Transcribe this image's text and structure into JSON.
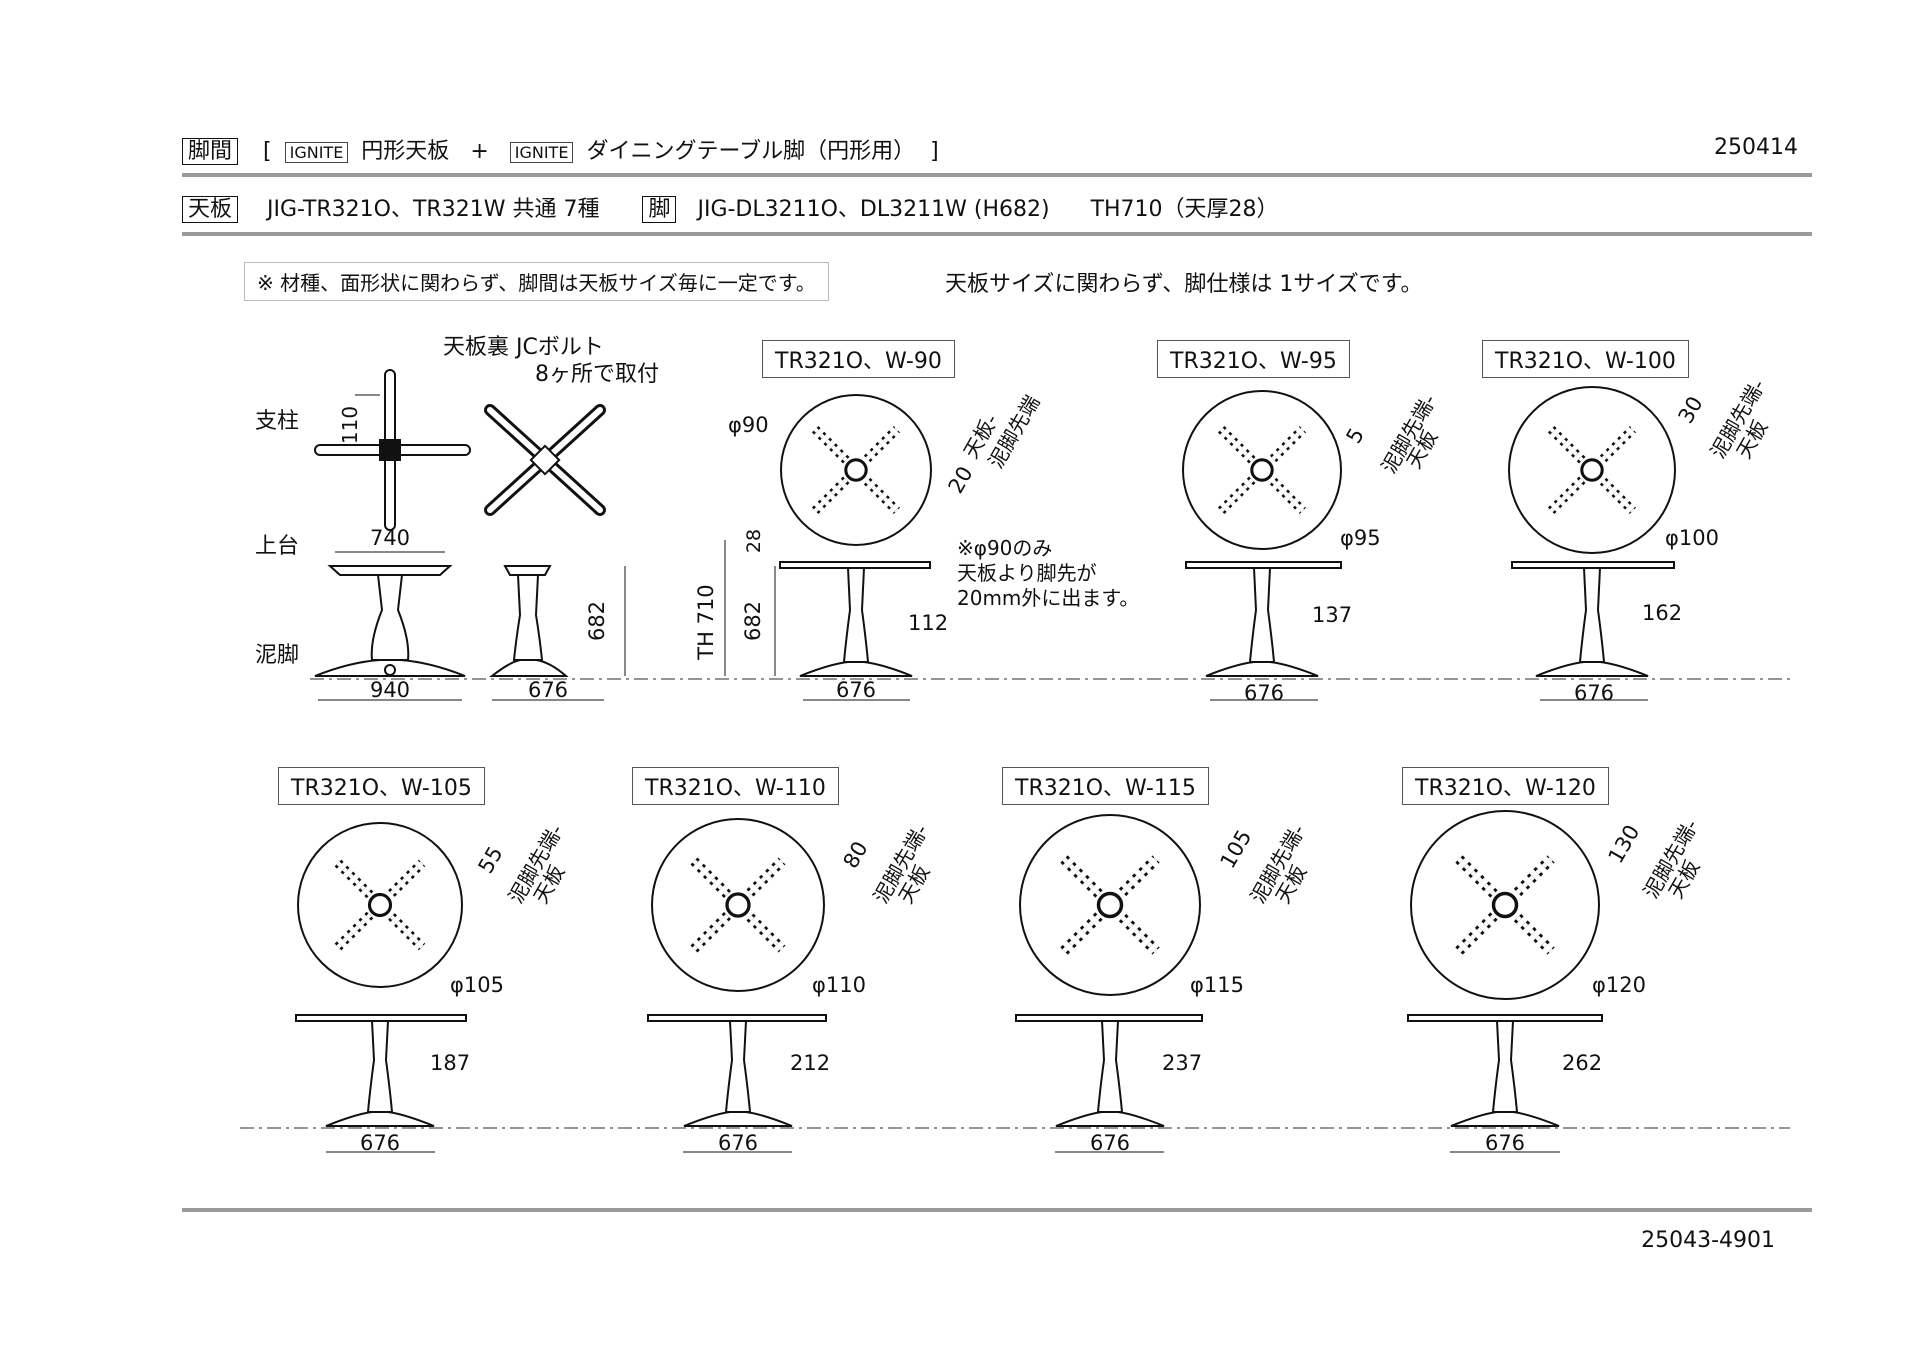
{
  "header": {
    "line1": {
      "tag": "脚間",
      "open": "[",
      "brand1": "IGNITE",
      "item1": "円形天板",
      "plus": "+",
      "brand2": "IGNITE",
      "item2": "ダイニングテーブル脚（円形用）",
      "close": "]",
      "code": "250414"
    },
    "line2": {
      "tag_top": "天板",
      "top_text": "JIG-TR321O、TR321W  共通   7種",
      "tag_leg": "脚",
      "leg_text": "JIG-DL3211O、DL3211W   (H682)",
      "th_text": "TH710（天厚28）"
    }
  },
  "notes": {
    "boxed": "※ 材種、面形状に関わらず、脚間は天板サイズ毎に一定です。",
    "plain": "天板サイズに関わらず、脚仕様は 1サイズです。",
    "bolt_line1": "天板裏 JCボルト",
    "bolt_line2": "8ヶ所で取付",
    "phi90_line1": "※φ90のみ",
    "phi90_line2": "天板より脚先が",
    "phi90_line3": "20mm外に出ます。"
  },
  "parts": {
    "post": "支柱",
    "upper": "上台",
    "foot": "泥脚",
    "post_dim": "110",
    "upper_dim": "740",
    "foot_dim": "940",
    "side_dim": "676",
    "height_dim": "682"
  },
  "th": {
    "label": "TH 710",
    "leg": "682",
    "top_thk": "28"
  },
  "models": [
    {
      "name": "TR321O、W-90",
      "dia": "φ90",
      "offset": "20",
      "side_label": "天板-\n泥脚先端",
      "leg_gap": "112",
      "base": "676"
    },
    {
      "name": "TR321O、W-95",
      "dia": "φ95",
      "offset": "5",
      "side_label": "泥脚先端-\n天板",
      "leg_gap": "137",
      "base": "676"
    },
    {
      "name": "TR321O、W-100",
      "dia": "φ100",
      "offset": "30",
      "side_label": "泥脚先端-\n天板",
      "leg_gap": "162",
      "base": "676"
    },
    {
      "name": "TR321O、W-105",
      "dia": "φ105",
      "offset": "55",
      "side_label": "泥脚先端-\n天板",
      "leg_gap": "187",
      "base": "676"
    },
    {
      "name": "TR321O、W-110",
      "dia": "φ110",
      "offset": "80",
      "side_label": "泥脚先端-\n天板",
      "leg_gap": "212",
      "base": "676"
    },
    {
      "name": "TR321O、W-115",
      "dia": "φ115",
      "offset": "105",
      "side_label": "泥脚先端-\n天板",
      "leg_gap": "237",
      "base": "676"
    },
    {
      "name": "TR321O、W-120",
      "dia": "φ120",
      "offset": "130",
      "side_label": "泥脚先端-\n天板",
      "leg_gap": "262",
      "base": "676"
    }
  ],
  "footer": {
    "code": "25043-4901"
  }
}
